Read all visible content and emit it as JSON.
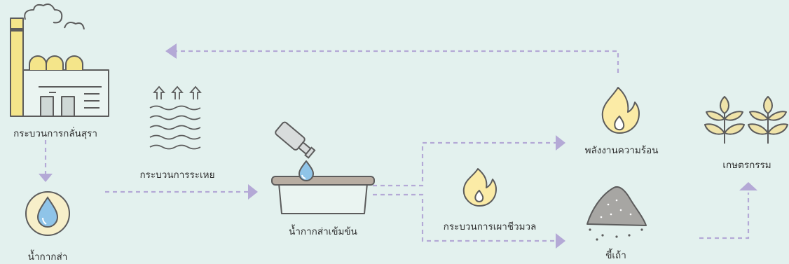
{
  "labels": {
    "distillery": "กระบวนการกลั่นสุรา",
    "vinasse": "น้ำกากส่า",
    "evaporation": "กระบวนการระเหย",
    "concentrated": "น้ำกากส่าเข้มข้น",
    "incineration": "กระบวนการเผาชีวมวล",
    "heat_energy": "พลังงานความร้อน",
    "ash": "ขี้เถ้า",
    "agriculture": "เกษตรกรรม"
  },
  "icons": {
    "factory": "factory-icon",
    "drop": "water-drop-icon",
    "evaporation": "evaporation-waves-icon",
    "basin": "basin-icon",
    "bottle": "bottle-icon",
    "flame": "flame-icon",
    "ash": "ash-pile-icon",
    "plants": "wheat-icon"
  },
  "colors": {
    "background": "#e3f1ee",
    "arrow": "#b4a9d6",
    "outline": "#5c5c5c",
    "factory_fill": "#eaf4f1",
    "chimney": "#f4e58a",
    "drop": "#8fc4e8",
    "flame": "#fbeba6",
    "ash": "#a7a6a3",
    "plant": "#efe3a9"
  }
}
